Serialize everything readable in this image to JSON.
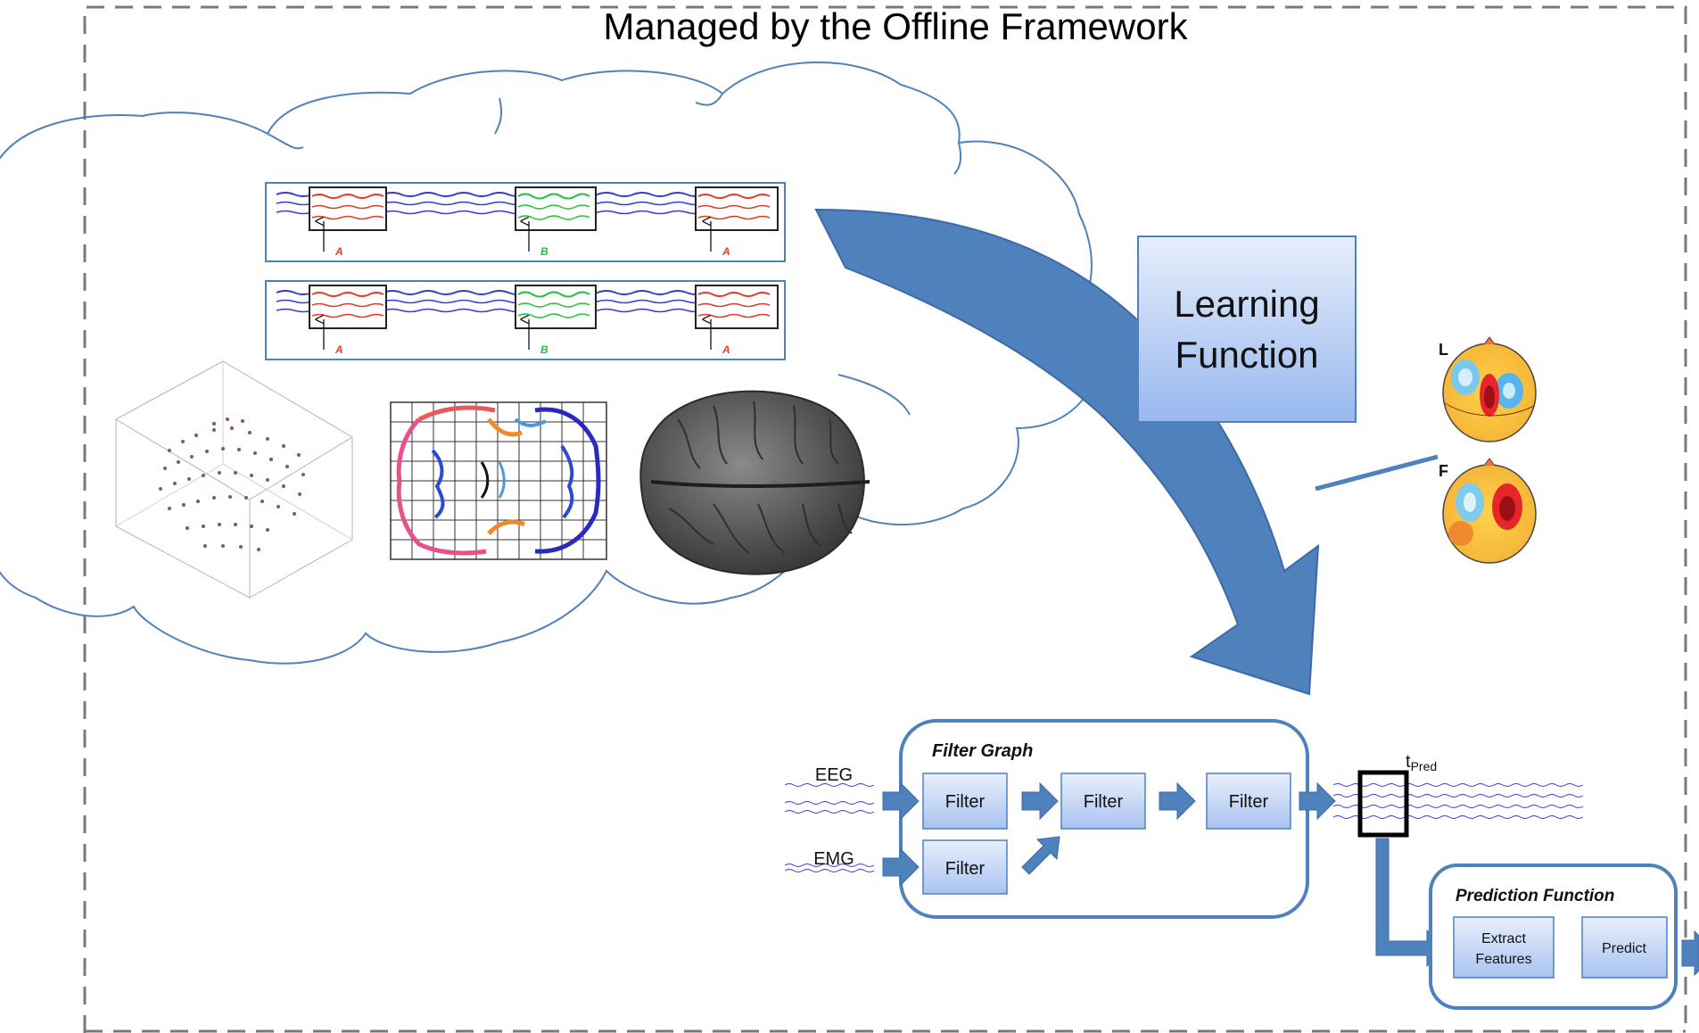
{
  "framework": {
    "title": "Managed by the Offline Framework"
  },
  "cloud": {
    "trial_markers_row1": [
      "A",
      "B",
      "A"
    ],
    "trial_markers_row2": [
      "A",
      "B",
      "A"
    ]
  },
  "learning": {
    "line1": "Learning",
    "line2": "Function"
  },
  "topomaps": {
    "upper_label": "L",
    "lower_label": "F"
  },
  "filter_graph": {
    "title": "Filter Graph",
    "input_eeg": "EEG",
    "input_emg": "EMG",
    "filter_label": "Filter"
  },
  "prediction_window": {
    "label_main": "t",
    "label_sub": "Pred"
  },
  "prediction_function": {
    "title": "Prediction Function",
    "extract_line1": "Extract",
    "extract_line2": "Features",
    "predict": "Predict"
  },
  "colors": {
    "accent_blue": "#4f81bd",
    "box_fill_light": "#dbe7fb",
    "box_fill_dark": "#9fbdf0",
    "trial_a": "#e53a2c",
    "trial_b": "#22c23c",
    "eeg_trace": "#3a3ad6"
  }
}
